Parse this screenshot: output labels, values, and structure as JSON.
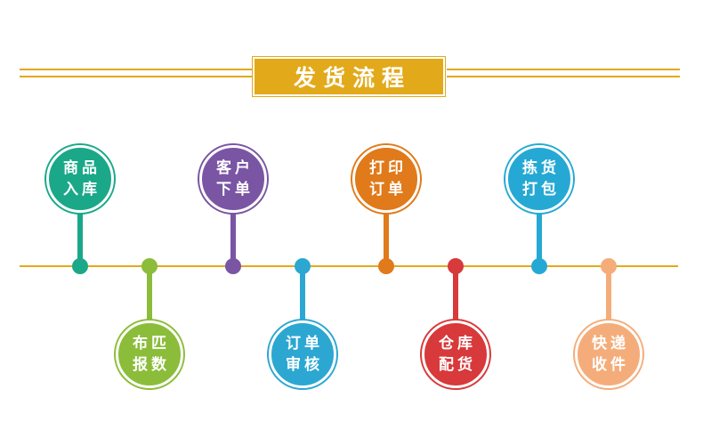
{
  "title": "发货流程",
  "colors": {
    "gold": "#e2a91a",
    "teal": "#1aa889",
    "green": "#8bbd3a",
    "purple": "#7a55a3",
    "blue": "#2ca7d2",
    "orange": "#e07a1a",
    "red": "#d8393a",
    "cyan": "#25a9d4",
    "peach": "#f4ad7a"
  },
  "steps": [
    {
      "line1": "商品",
      "line2": "入库",
      "color": "#1aa889"
    },
    {
      "line1": "布匹",
      "line2": "报数",
      "color": "#8bbd3a"
    },
    {
      "line1": "客户",
      "line2": "下单",
      "color": "#7a55a3"
    },
    {
      "line1": "订单",
      "line2": "审核",
      "color": "#2ca7d2"
    },
    {
      "line1": "打印",
      "line2": "订单",
      "color": "#e07a1a"
    },
    {
      "line1": "仓库",
      "line2": "配货",
      "color": "#d8393a"
    },
    {
      "line1": "拣货",
      "line2": "打包",
      "color": "#25a9d4"
    },
    {
      "line1": "快递",
      "line2": "收件",
      "color": "#f4ad7a"
    }
  ]
}
